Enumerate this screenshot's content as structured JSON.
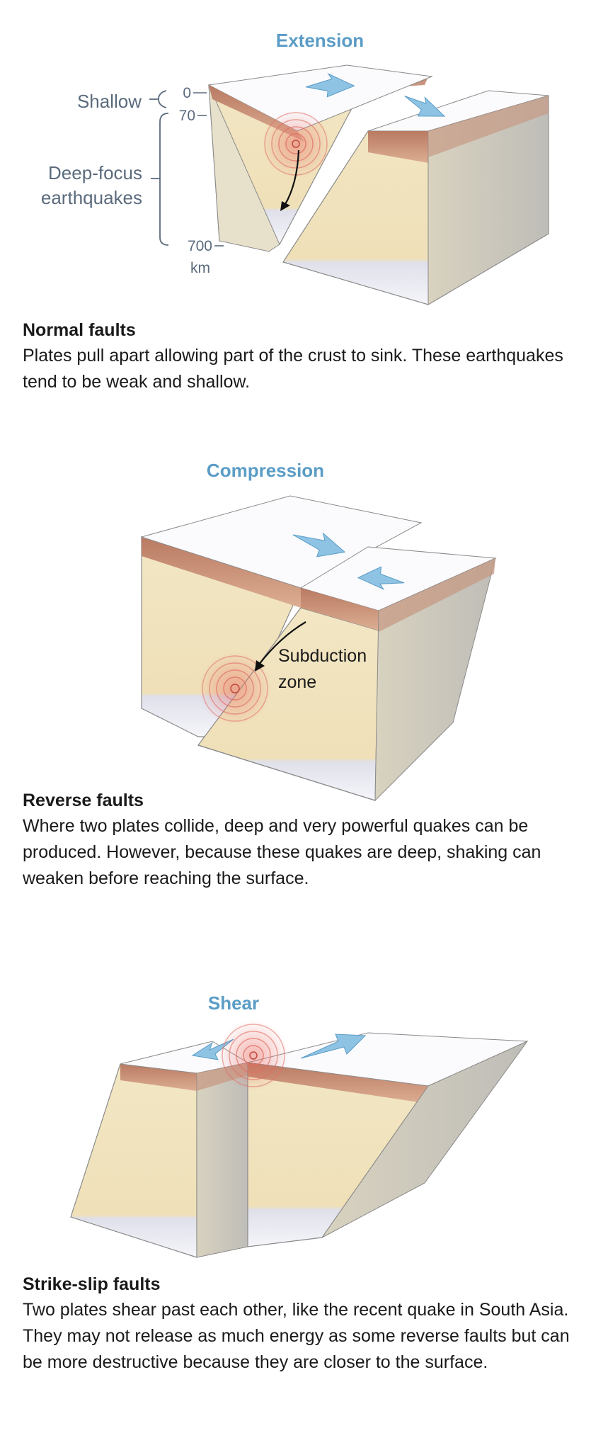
{
  "normal": {
    "force_label": "Extension",
    "depth_shallow_label": "Shallow",
    "depth_deep_label_line1": "Deep-focus",
    "depth_deep_label_line2": "earthquakes",
    "tick_0": "0",
    "tick_70": "70",
    "tick_700": "700",
    "unit": "km",
    "heading": "Normal faults",
    "body": "Plates pull apart allowing part of the crust to sink. These earthquakes tend to be weak and shallow."
  },
  "reverse": {
    "force_label": "Compression",
    "zone_label_line1": "Subduction",
    "zone_label_line2": "zone",
    "heading": "Reverse faults",
    "body": "Where two plates collide, deep and very powerful quakes can be produced. However, because these quakes are deep, shaking can weaken before reaching the surface."
  },
  "strikeslip": {
    "force_label": "Shear",
    "heading": "Strike-slip faults",
    "body": "Two plates shear past each other, like the recent quake in South Asia. They may not release as much energy as some reverse faults but can be more destructive because they are closer to the surface."
  },
  "colors": {
    "title_blue": "#5a9cc6",
    "crust": "#c88a70",
    "mantle": "#efe2bd",
    "arrow_blue": "#8ec3e4",
    "quake_red": "#d9534f"
  }
}
